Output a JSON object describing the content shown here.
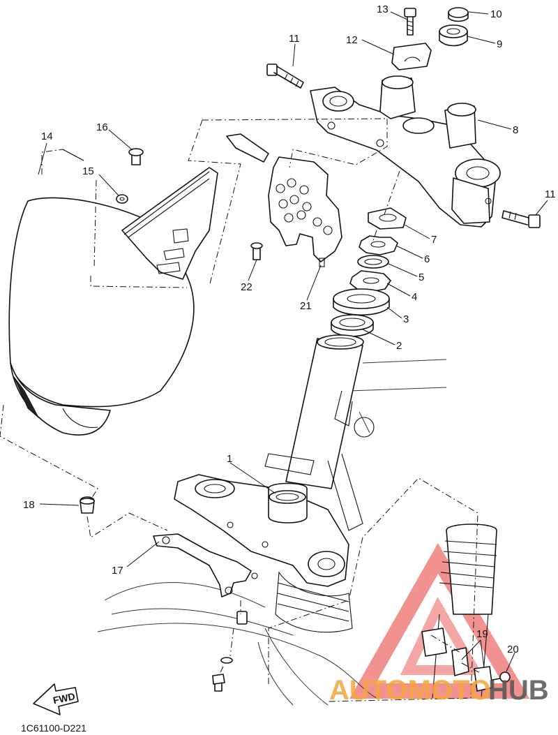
{
  "diagram_code": "1C61100-D221",
  "fwd_label": "FWD",
  "watermark": {
    "text_a": "AUTOMOTO",
    "text_b": "HUB",
    "color_a": "#f4a63a",
    "color_b": "#555555",
    "triangle_color": "#e53935"
  },
  "callouts": [
    {
      "id": "c1",
      "label": "1"
    },
    {
      "id": "c2",
      "label": "2"
    },
    {
      "id": "c3",
      "label": "3"
    },
    {
      "id": "c4",
      "label": "4"
    },
    {
      "id": "c5",
      "label": "5"
    },
    {
      "id": "c6",
      "label": "6"
    },
    {
      "id": "c7",
      "label": "7"
    },
    {
      "id": "c8",
      "label": "8"
    },
    {
      "id": "c9",
      "label": "9"
    },
    {
      "id": "c10",
      "label": "10"
    },
    {
      "id": "c11a",
      "label": "11"
    },
    {
      "id": "c11b",
      "label": "11"
    },
    {
      "id": "c12",
      "label": "12"
    },
    {
      "id": "c13",
      "label": "13"
    },
    {
      "id": "c14",
      "label": "14"
    },
    {
      "id": "c15",
      "label": "15"
    },
    {
      "id": "c16",
      "label": "16"
    },
    {
      "id": "c17",
      "label": "17"
    },
    {
      "id": "c18",
      "label": "18"
    },
    {
      "id": "c19",
      "label": "19"
    },
    {
      "id": "c20",
      "label": "20"
    },
    {
      "id": "c21",
      "label": "21"
    },
    {
      "id": "c22",
      "label": "22"
    }
  ]
}
